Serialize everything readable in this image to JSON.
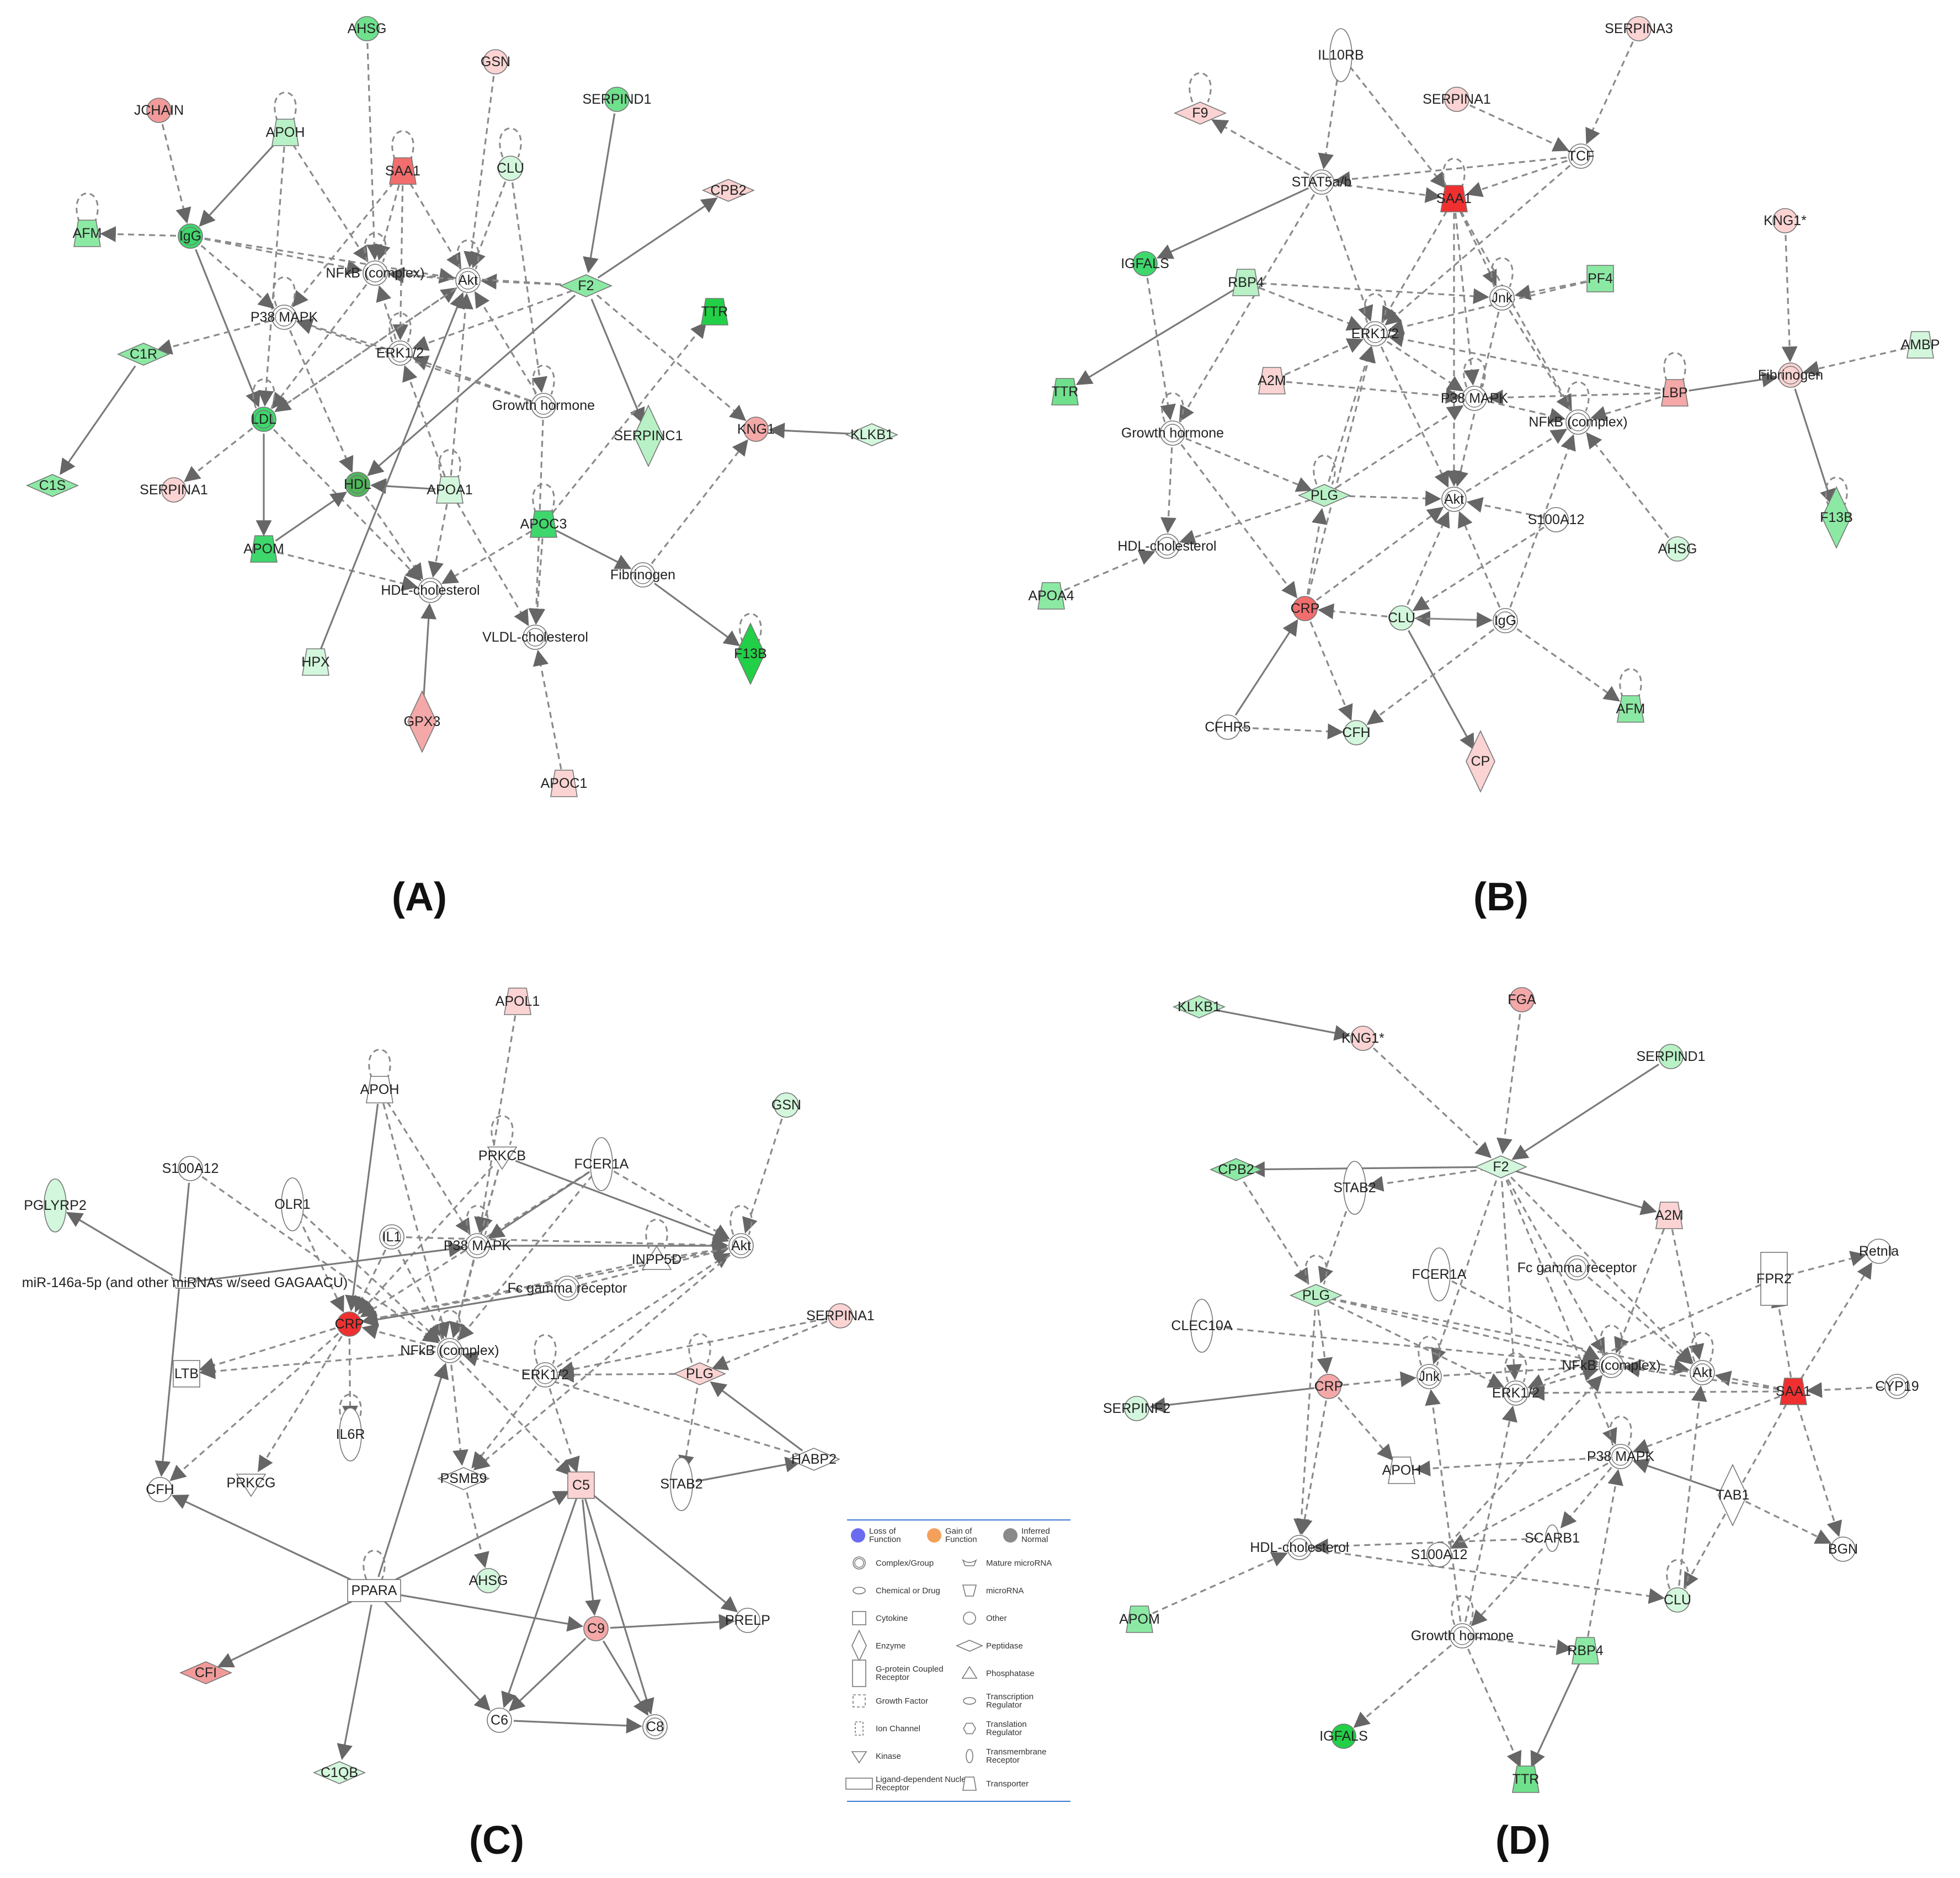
{
  "panels": [
    {
      "label": "(A)",
      "nodes": [
        {
          "id": "AHSG",
          "shape": "circle",
          "fill": "#6fe08c"
        },
        {
          "id": "GSN",
          "shape": "circle",
          "fill": "#fbd3d3"
        },
        {
          "id": "JCHAIN",
          "shape": "circle",
          "fill": "#f29a9a"
        },
        {
          "id": "APOH",
          "shape": "transporter",
          "fill": "#b7f1c5"
        },
        {
          "id": "SERPIND1",
          "shape": "circle",
          "fill": "#6fe08c"
        },
        {
          "id": "SAA1",
          "shape": "transporter",
          "fill": "#f26d6d"
        },
        {
          "id": "CLU",
          "shape": "circle",
          "fill": "#d3f7dc"
        },
        {
          "id": "CPB2",
          "shape": "peptidase",
          "fill": "#fbd3d3"
        },
        {
          "id": "AFM",
          "shape": "transporter",
          "fill": "#8ce9a4"
        },
        {
          "id": "IgG",
          "shape": "complex",
          "fill": "#3ed76c"
        },
        {
          "id": "NFkB (complex)",
          "shape": "complex",
          "fill": "#ffffff"
        },
        {
          "id": "Akt",
          "shape": "complex",
          "fill": "#ffffff"
        },
        {
          "id": "F2",
          "shape": "peptidase",
          "fill": "#8ce9a4"
        },
        {
          "id": "TTR",
          "shape": "transporter",
          "fill": "#22d047"
        },
        {
          "id": "P38 MAPK",
          "shape": "complex",
          "fill": "#ffffff"
        },
        {
          "id": "C1R",
          "shape": "peptidase",
          "fill": "#8ce9a4"
        },
        {
          "id": "ERK1/2",
          "shape": "complex",
          "fill": "#ffffff"
        },
        {
          "id": "Growth hormone",
          "shape": "complex",
          "fill": "#ffffff"
        },
        {
          "id": "SERPINC1",
          "shape": "enzyme",
          "fill": "#b7f1c5"
        },
        {
          "id": "KNG1",
          "shape": "circle",
          "fill": "#f4a8a8"
        },
        {
          "id": "KLKB1",
          "shape": "peptidase",
          "fill": "#d3f7dc"
        },
        {
          "id": "LDL",
          "shape": "complex",
          "fill": "#3ed76c"
        },
        {
          "id": "C1S",
          "shape": "peptidase",
          "fill": "#8ce9a4"
        },
        {
          "id": "SERPINA1",
          "shape": "circle",
          "fill": "#fbd3d3"
        },
        {
          "id": "HDL",
          "shape": "complex",
          "fill": "#4fb85a"
        },
        {
          "id": "APOA1",
          "shape": "transporter",
          "fill": "#d3f7dc"
        },
        {
          "id": "APOC3",
          "shape": "transporter",
          "fill": "#3ed76c"
        },
        {
          "id": "APOM",
          "shape": "transporter",
          "fill": "#3ed76c"
        },
        {
          "id": "HDL-cholesterol",
          "shape": "complex",
          "fill": "#ffffff"
        },
        {
          "id": "Fibrinogen",
          "shape": "complex",
          "fill": "#ffffff"
        },
        {
          "id": "VLDL-cholesterol",
          "shape": "complex",
          "fill": "#ffffff"
        },
        {
          "id": "F13B",
          "shape": "enzyme",
          "fill": "#22d047"
        },
        {
          "id": "HPX",
          "shape": "transporter",
          "fill": "#d3f7dc"
        },
        {
          "id": "GPX3",
          "shape": "enzyme",
          "fill": "#f4a8a8"
        },
        {
          "id": "APOC1",
          "shape": "transporter",
          "fill": "#fbd3d3"
        }
      ]
    },
    {
      "label": "(B)",
      "nodes": [
        {
          "id": "IL10RB",
          "shape": "ellipse",
          "fill": "#ffffff"
        },
        {
          "id": "SERPINA3",
          "shape": "circle",
          "fill": "#fbd3d3"
        },
        {
          "id": "F9",
          "shape": "peptidase",
          "fill": "#fbd3d3"
        },
        {
          "id": "SERPINA1",
          "shape": "circle",
          "fill": "#fbd3d3"
        },
        {
          "id": "STAT5a/b",
          "shape": "complex",
          "fill": "#ffffff"
        },
        {
          "id": "TCF",
          "shape": "complex",
          "fill": "#ffffff"
        },
        {
          "id": "SAA1",
          "shape": "transporter",
          "fill": "#f03030"
        },
        {
          "id": "KNG1*",
          "shape": "circle",
          "fill": "#fbd3d3"
        },
        {
          "id": "IGFALS",
          "shape": "circle",
          "fill": "#3ed76c"
        },
        {
          "id": "RBP4",
          "shape": "transporter",
          "fill": "#b7f1c5"
        },
        {
          "id": "PF4",
          "shape": "square",
          "fill": "#8ce9a4"
        },
        {
          "id": "Jnk",
          "shape": "complex",
          "fill": "#ffffff"
        },
        {
          "id": "ERK1/2",
          "shape": "complex",
          "fill": "#ffffff"
        },
        {
          "id": "AMBP",
          "shape": "transporter",
          "fill": "#d3f7dc"
        },
        {
          "id": "TTR",
          "shape": "transporter",
          "fill": "#6fe08c"
        },
        {
          "id": "A2M",
          "shape": "transporter",
          "fill": "#fbd3d3"
        },
        {
          "id": "LBP",
          "shape": "transporter",
          "fill": "#f4a8a8"
        },
        {
          "id": "Fibrinogen",
          "shape": "complex",
          "fill": "#fbd3d3"
        },
        {
          "id": "P38 MAPK",
          "shape": "complex",
          "fill": "#ffffff"
        },
        {
          "id": "NFkB (complex)",
          "shape": "complex",
          "fill": "#ffffff"
        },
        {
          "id": "Growth hormone",
          "shape": "complex",
          "fill": "#ffffff"
        },
        {
          "id": "PLG",
          "shape": "peptidase",
          "fill": "#b7f1c5"
        },
        {
          "id": "Akt",
          "shape": "complex",
          "fill": "#ffffff"
        },
        {
          "id": "S100A12",
          "shape": "circle",
          "fill": "#ffffff"
        },
        {
          "id": "F13B",
          "shape": "enzyme",
          "fill": "#8ce9a4"
        },
        {
          "id": "HDL-cholesterol",
          "shape": "complex",
          "fill": "#ffffff"
        },
        {
          "id": "AHSG",
          "shape": "circle",
          "fill": "#d3f7dc"
        },
        {
          "id": "APOA4",
          "shape": "transporter",
          "fill": "#8ce9a4"
        },
        {
          "id": "CRP",
          "shape": "circle",
          "fill": "#f26d6d"
        },
        {
          "id": "CLU",
          "shape": "circle",
          "fill": "#d3f7dc"
        },
        {
          "id": "IgG",
          "shape": "complex",
          "fill": "#ffffff"
        },
        {
          "id": "AFM",
          "shape": "transporter",
          "fill": "#8ce9a4"
        },
        {
          "id": "CFHR5",
          "shape": "circle",
          "fill": "#ffffff"
        },
        {
          "id": "CFH",
          "shape": "circle",
          "fill": "#d3f7dc"
        },
        {
          "id": "CP",
          "shape": "enzyme",
          "fill": "#fbd3d3"
        }
      ]
    },
    {
      "label": "(C)",
      "nodes": [
        {
          "id": "APOL1",
          "shape": "transporter",
          "fill": "#fbd3d3"
        },
        {
          "id": "APOH",
          "shape": "transporter",
          "fill": "#ffffff"
        },
        {
          "id": "GSN",
          "shape": "circle",
          "fill": "#d3f7dc"
        },
        {
          "id": "PRKCB",
          "shape": "kinase",
          "fill": "#ffffff"
        },
        {
          "id": "FCER1A",
          "shape": "ellipse",
          "fill": "#ffffff"
        },
        {
          "id": "S100A12",
          "shape": "circle",
          "fill": "#ffffff"
        },
        {
          "id": "OLR1",
          "shape": "ellipse",
          "fill": "#ffffff"
        },
        {
          "id": "PGLYRP2",
          "shape": "ellipse",
          "fill": "#d3f7dc"
        },
        {
          "id": "IL1",
          "shape": "complex",
          "fill": "#ffffff"
        },
        {
          "id": "P38 MAPK",
          "shape": "complex",
          "fill": "#ffffff"
        },
        {
          "id": "INPP5D",
          "shape": "phosphatase",
          "fill": "#ffffff"
        },
        {
          "id": "Akt",
          "shape": "complex",
          "fill": "#ffffff"
        },
        {
          "id": "miR-146a-5p (and other miRNAs w/seed GAGAACU)",
          "shape": "mirna",
          "fill": "#ffffff"
        },
        {
          "id": "Fc gamma receptor",
          "shape": "complex",
          "fill": "#ffffff"
        },
        {
          "id": "SERPINA1",
          "shape": "circle",
          "fill": "#fbd3d3"
        },
        {
          "id": "CRP",
          "shape": "circle",
          "fill": "#f03030"
        },
        {
          "id": "NFkB (complex)",
          "shape": "complex",
          "fill": "#ffffff"
        },
        {
          "id": "ERK1/2",
          "shape": "complex",
          "fill": "#ffffff"
        },
        {
          "id": "PLG",
          "shape": "peptidase",
          "fill": "#fbd3d3"
        },
        {
          "id": "LTB",
          "shape": "square",
          "fill": "#ffffff"
        },
        {
          "id": "IL6R",
          "shape": "ellipse",
          "fill": "#ffffff"
        },
        {
          "id": "PRKCG",
          "shape": "kinase",
          "fill": "#ffffff"
        },
        {
          "id": "PSMB9",
          "shape": "peptidase",
          "fill": "#ffffff"
        },
        {
          "id": "C5",
          "shape": "square",
          "fill": "#fbd3d3"
        },
        {
          "id": "STAB2",
          "shape": "ellipse",
          "fill": "#ffffff"
        },
        {
          "id": "HABP2",
          "shape": "peptidase",
          "fill": "#ffffff"
        },
        {
          "id": "CFH",
          "shape": "circle",
          "fill": "#ffffff"
        },
        {
          "id": "AHSG",
          "shape": "circle",
          "fill": "#d3f7dc"
        },
        {
          "id": "PPARA",
          "shape": "rect",
          "fill": "#ffffff"
        },
        {
          "id": "C9",
          "shape": "circle",
          "fill": "#f4a8a8"
        },
        {
          "id": "PRELP",
          "shape": "circle",
          "fill": "#ffffff"
        },
        {
          "id": "CFI",
          "shape": "peptidase",
          "fill": "#f29a9a"
        },
        {
          "id": "C6",
          "shape": "circle",
          "fill": "#ffffff"
        },
        {
          "id": "C8",
          "shape": "complex",
          "fill": "#ffffff"
        },
        {
          "id": "C1QB",
          "shape": "peptidase",
          "fill": "#d3f7dc"
        }
      ]
    },
    {
      "label": "(D)",
      "nodes": [
        {
          "id": "KLKB1",
          "shape": "peptidase",
          "fill": "#b7f1c5"
        },
        {
          "id": "FGA",
          "shape": "circle",
          "fill": "#f4a8a8"
        },
        {
          "id": "KNG1*",
          "shape": "circle",
          "fill": "#fbd3d3"
        },
        {
          "id": "SERPIND1",
          "shape": "circle",
          "fill": "#b7f1c5"
        },
        {
          "id": "CPB2",
          "shape": "peptidase",
          "fill": "#8ce9a4"
        },
        {
          "id": "F2",
          "shape": "peptidase",
          "fill": "#d3f7dc"
        },
        {
          "id": "STAB2",
          "shape": "ellipse",
          "fill": "#ffffff"
        },
        {
          "id": "A2M",
          "shape": "transporter",
          "fill": "#fbd3d3"
        },
        {
          "id": "Retnla",
          "shape": "circle",
          "fill": "#ffffff"
        },
        {
          "id": "FCER1A",
          "shape": "ellipse",
          "fill": "#ffffff"
        },
        {
          "id": "Fc gamma receptor",
          "shape": "complex",
          "fill": "#ffffff"
        },
        {
          "id": "FPR2",
          "shape": "gpcr",
          "fill": "#ffffff"
        },
        {
          "id": "PLG",
          "shape": "peptidase",
          "fill": "#b7f1c5"
        },
        {
          "id": "CLEC10A",
          "shape": "ellipse",
          "fill": "#ffffff"
        },
        {
          "id": "Jnk",
          "shape": "complex",
          "fill": "#ffffff"
        },
        {
          "id": "ERK1/2",
          "shape": "complex",
          "fill": "#ffffff"
        },
        {
          "id": "NFkB (complex)",
          "shape": "complex",
          "fill": "#ffffff"
        },
        {
          "id": "Akt",
          "shape": "complex",
          "fill": "#ffffff"
        },
        {
          "id": "SAA1",
          "shape": "transporter",
          "fill": "#f03030"
        },
        {
          "id": "CYP19",
          "shape": "complex",
          "fill": "#ffffff"
        },
        {
          "id": "CRP",
          "shape": "circle",
          "fill": "#f4a8a8"
        },
        {
          "id": "SERPINF2",
          "shape": "circle",
          "fill": "#d3f7dc"
        },
        {
          "id": "P38 MAPK",
          "shape": "complex",
          "fill": "#ffffff"
        },
        {
          "id": "APOH",
          "shape": "transporter",
          "fill": "#ffffff"
        },
        {
          "id": "TAB1",
          "shape": "enzyme",
          "fill": "#ffffff"
        },
        {
          "id": "HDL-cholesterol",
          "shape": "complex",
          "fill": "#ffffff"
        },
        {
          "id": "S100A12",
          "shape": "circle",
          "fill": "#ffffff"
        },
        {
          "id": "SCARB1",
          "shape": "transmembrane",
          "fill": "#ffffff"
        },
        {
          "id": "BGN",
          "shape": "circle",
          "fill": "#ffffff"
        },
        {
          "id": "APOM",
          "shape": "transporter",
          "fill": "#8ce9a4"
        },
        {
          "id": "Growth hormone",
          "shape": "complex",
          "fill": "#ffffff"
        },
        {
          "id": "CLU",
          "shape": "circle",
          "fill": "#d3f7dc"
        },
        {
          "id": "RBP4",
          "shape": "transporter",
          "fill": "#8ce9a4"
        },
        {
          "id": "IGFALS",
          "shape": "circle",
          "fill": "#22d047"
        },
        {
          "id": "TTR",
          "shape": "transporter",
          "fill": "#6fe08c"
        }
      ]
    }
  ],
  "legend": {
    "prediction": [
      {
        "label": "Loss of Function",
        "color": "#6b6bf0"
      },
      {
        "label": "Gain of Function",
        "color": "#f5a05a"
      },
      {
        "label": "Inferred Normal",
        "color": "#8a8a8a"
      }
    ],
    "shapes_left": [
      {
        "label": "Complex/Group",
        "shape": "complex"
      },
      {
        "label": "Chemical or Drug",
        "shape": "ellipse-h"
      },
      {
        "label": "Cytokine",
        "shape": "square"
      },
      {
        "label": "Enzyme",
        "shape": "enzyme"
      },
      {
        "label": "G-protein Coupled Receptor",
        "shape": "gpcr"
      },
      {
        "label": "Growth Factor",
        "shape": "dashed-square"
      },
      {
        "label": "Ion Channel",
        "shape": "ion"
      },
      {
        "label": "Kinase",
        "shape": "kinase"
      },
      {
        "label": "Ligand-dependent Nuclear Receptor",
        "shape": "rect"
      }
    ],
    "shapes_right": [
      {
        "label": "Mature microRNA",
        "shape": "mirna"
      },
      {
        "label": "microRNA",
        "shape": "trapezoid-down"
      },
      {
        "label": "Other",
        "shape": "circle"
      },
      {
        "label": "Peptidase",
        "shape": "peptidase"
      },
      {
        "label": "Phosphatase",
        "shape": "phosphatase"
      },
      {
        "label": "Transcription Regulator",
        "shape": "ellipse-h"
      },
      {
        "label": "Translation Regulator",
        "shape": "hexagon"
      },
      {
        "label": "Transmembrane Receptor",
        "shape": "transmembrane"
      },
      {
        "label": "Transporter",
        "shape": "transporter"
      }
    ]
  }
}
